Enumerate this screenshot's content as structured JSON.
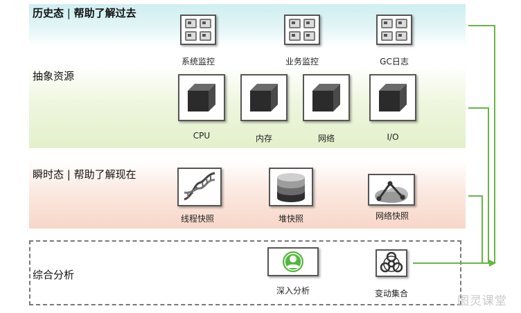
{
  "sections": {
    "history": {
      "title": "历史态",
      "sep": "|",
      "subtitle": "帮助了解过去",
      "items": [
        "系统监控",
        "业务监控",
        "GC日志"
      ]
    },
    "abstract": {
      "title": "抽象资源",
      "items": [
        "CPU",
        "内存",
        "网络",
        "I/O"
      ]
    },
    "snapshot": {
      "title": "瞬时态",
      "sep": "|",
      "subtitle": "帮助了解现在",
      "items": [
        "线程快照",
        "堆快照",
        "网络快照"
      ]
    },
    "analysis": {
      "title": "综合分析",
      "items": [
        "深入分析",
        "变动集合"
      ]
    }
  },
  "icons": {
    "history": [
      "dashboard-grid-icon",
      "dashboard-grid-icon",
      "dashboard-grid-icon"
    ],
    "abstract": [
      "cube-icon",
      "cube-icon",
      "cube-icon",
      "cube-icon"
    ],
    "snapshot": [
      "dna-helix-icon",
      "disk-stack-icon",
      "network-cloud-icon"
    ],
    "analysis": [
      "person-avatar-icon",
      "biohazard-icon"
    ]
  },
  "colors": {
    "flow_line": "#66b544",
    "history_band": "#cfeef0",
    "abstract_band": "#e3f0cb",
    "snapshot_band": "#f8d6c8",
    "avatar": "#52b83c"
  },
  "watermark": "图灵课堂"
}
